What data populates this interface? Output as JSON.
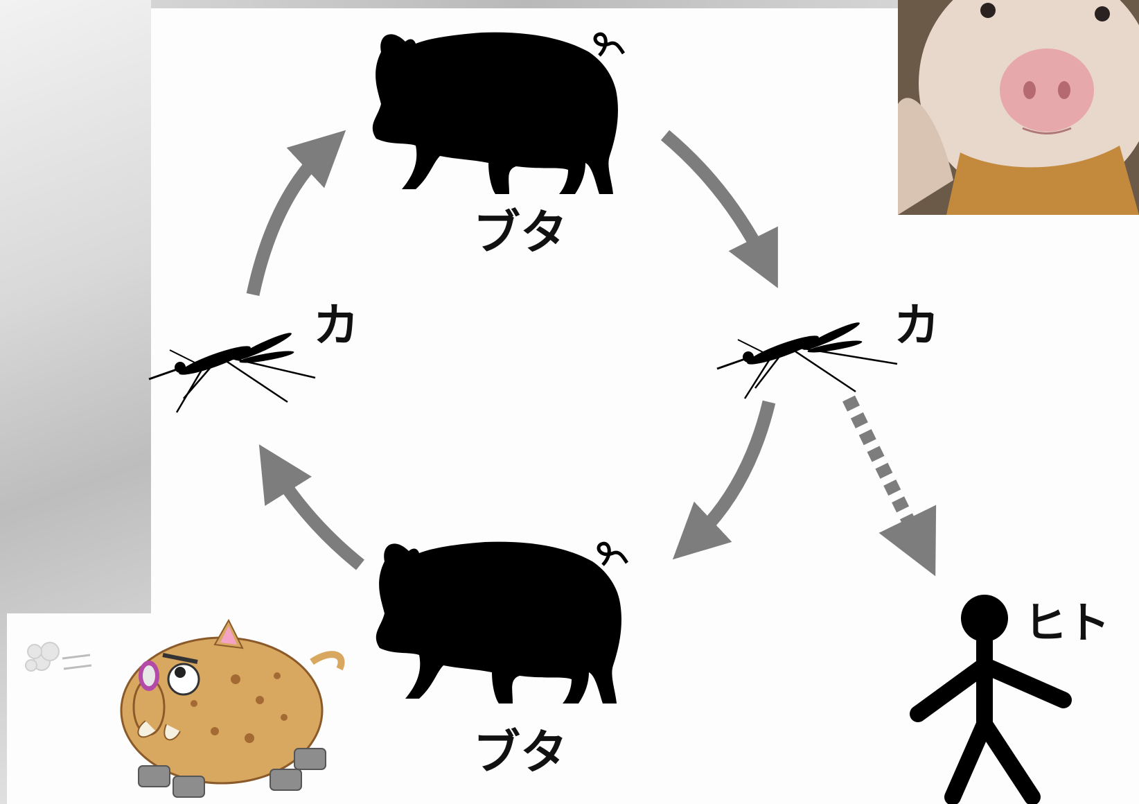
{
  "labels": {
    "pig_top": "ブタ",
    "pig_bottom": "ブタ",
    "mosquito_left": "カ",
    "mosquito_right": "カ",
    "human": "ヒト"
  },
  "colors": {
    "arrow": "#7d7d7d",
    "silhouette": "#000000",
    "panel": "#fdfdfd"
  },
  "icons": {
    "pig": "pig-silhouette-icon",
    "mosquito": "mosquito-silhouette-icon",
    "human": "stick-figure-icon"
  }
}
